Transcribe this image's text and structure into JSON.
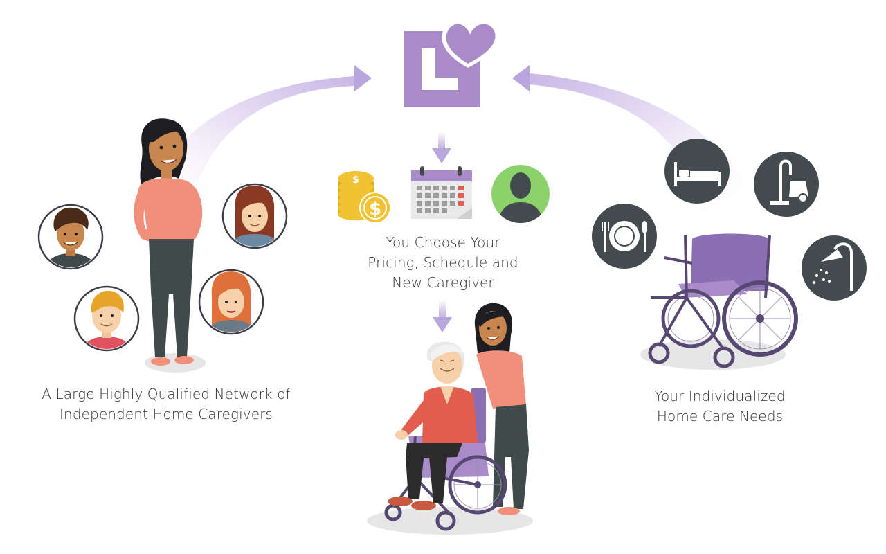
{
  "captions": {
    "network": {
      "line1": "A Large Highly Qualified Network of",
      "line2": "Independent Home Caregivers"
    },
    "choose": {
      "line1": "You Choose Your",
      "line2": "Pricing, Schedule and",
      "line3": "New Caregiver"
    },
    "needs": {
      "line1": "Your Individualized",
      "line2": "Home Care Needs"
    }
  },
  "logo": {
    "letter": "L"
  },
  "colors": {
    "purple": "#a98bc9",
    "arrow": "#b9a6dc",
    "dark_circle": "#444b4e",
    "green": "#8bd26a",
    "gold": "#f1c232",
    "salmon": "#f0907a",
    "trousers": "#3f4a4a",
    "wheelchair_frame": "#574873"
  },
  "icons": {
    "top_left": "coins-dollar-icon",
    "top_middle": "calendar-icon",
    "top_right": "person-silhouette-icon",
    "needs": [
      "plate-utensils-icon",
      "bed-icon",
      "vacuum-icon",
      "shower-icon"
    ]
  }
}
